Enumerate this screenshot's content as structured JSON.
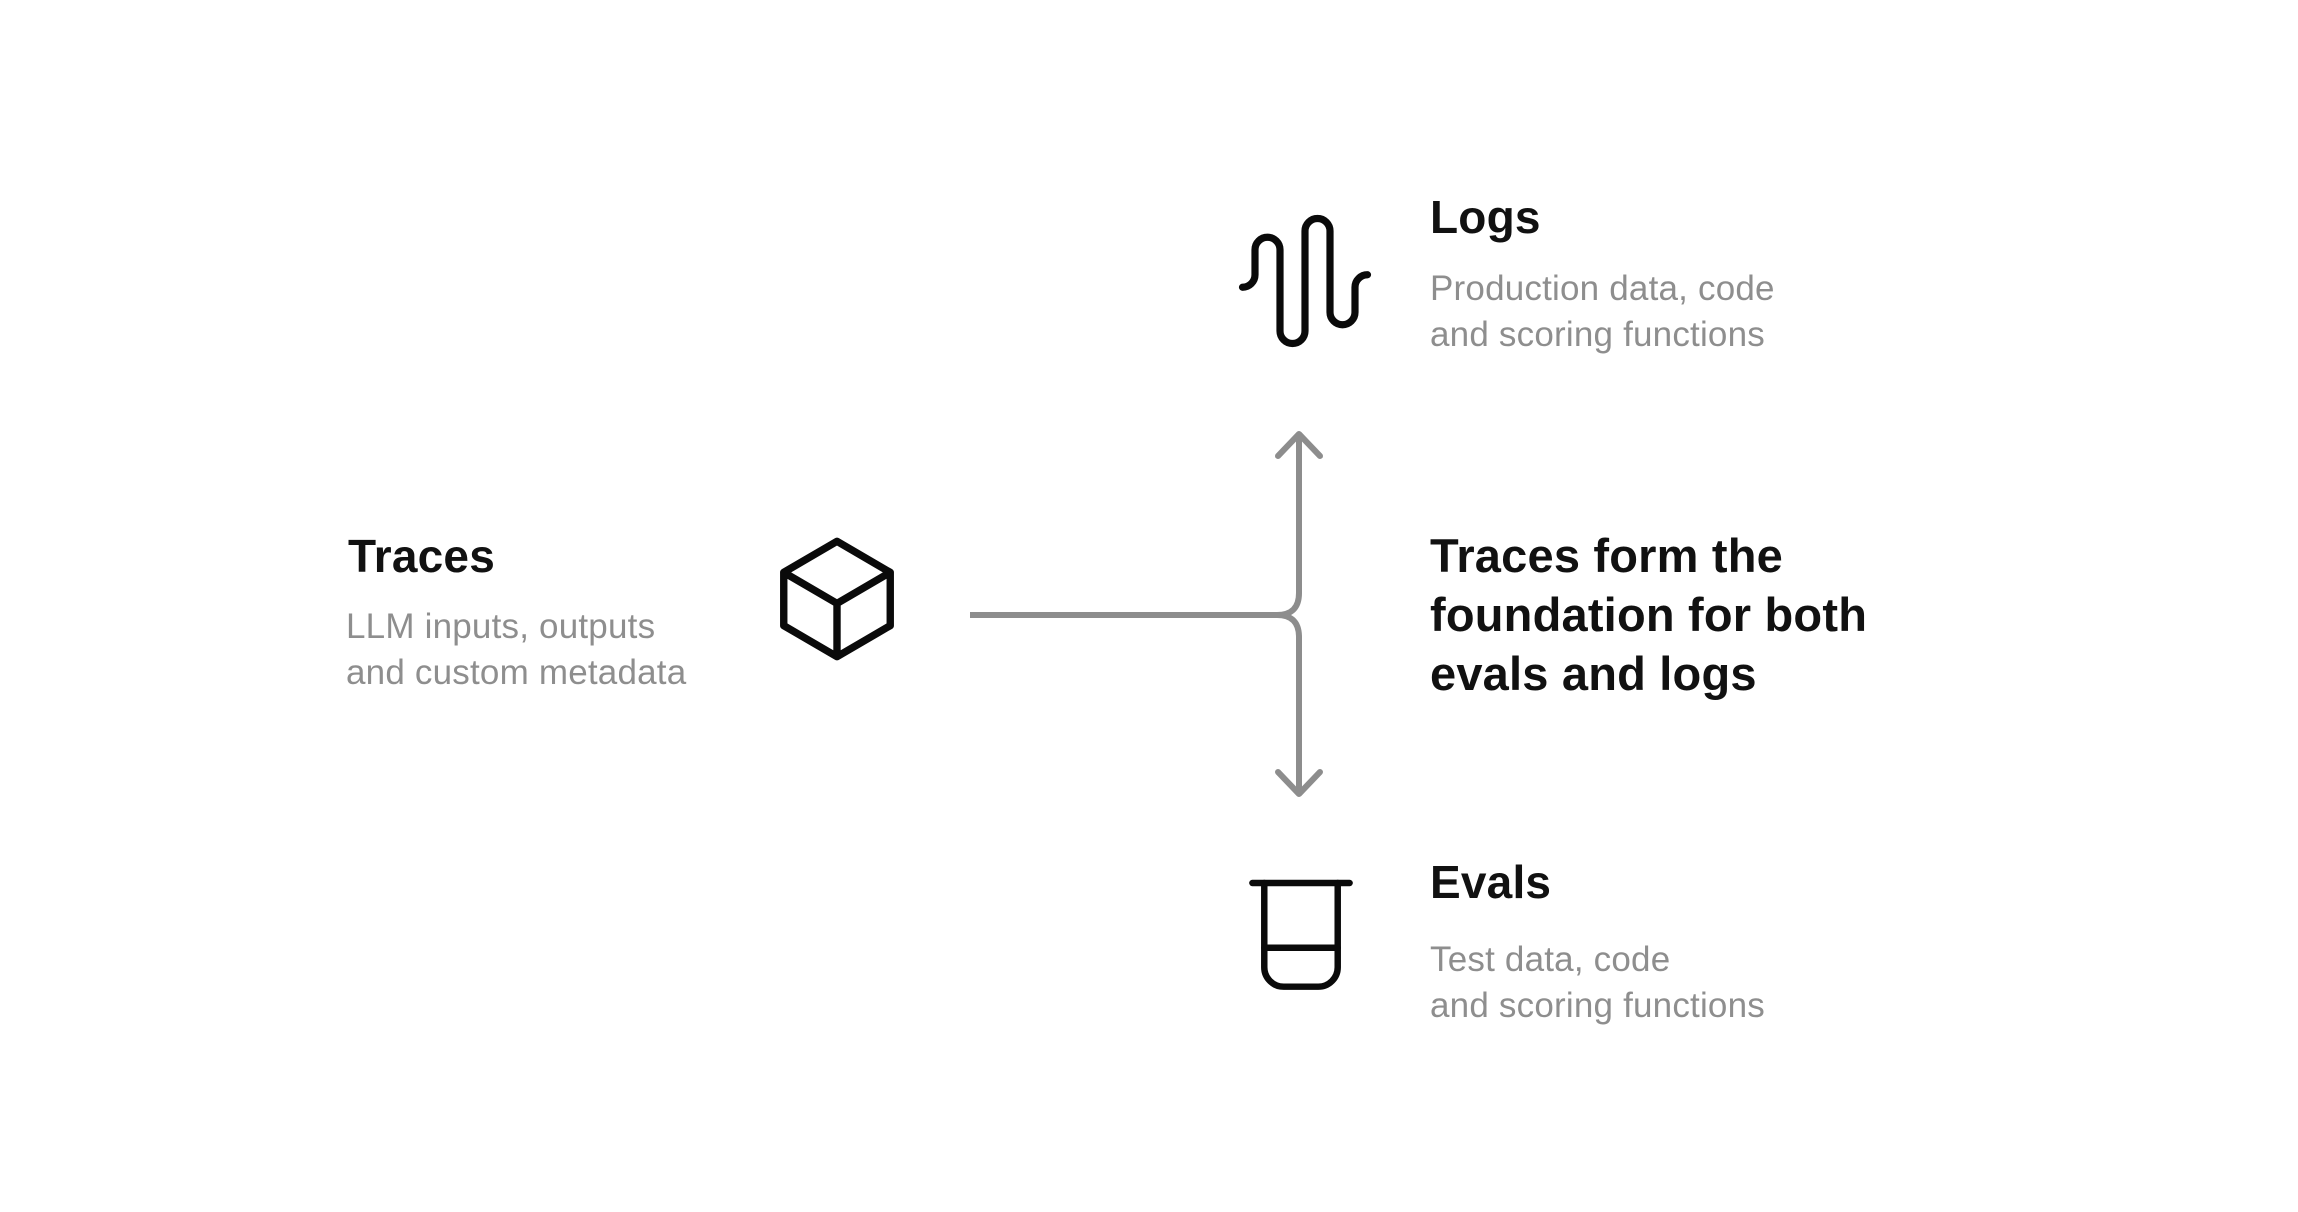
{
  "colors": {
    "bg": "#ffffff",
    "ink": "#111111",
    "muted": "#8e8e8e",
    "line": "#8d8d8d",
    "icon": "#0a0a0a"
  },
  "nodes": {
    "traces": {
      "title": "Traces",
      "subtitle_line1": "LLM inputs, outputs",
      "subtitle_line2": "and custom metadata",
      "icon": "cube-icon"
    },
    "logs": {
      "title": "Logs",
      "subtitle_line1": "Production data, code",
      "subtitle_line2": "and scoring functions",
      "icon": "waveform-icon"
    },
    "evals": {
      "title": "Evals",
      "subtitle_line1": "Test data, code",
      "subtitle_line2": "and scoring functions",
      "icon": "beaker-icon"
    }
  },
  "annotation": {
    "line1": "Traces form the",
    "line2": "foundation for both",
    "line3": "evals and logs"
  }
}
